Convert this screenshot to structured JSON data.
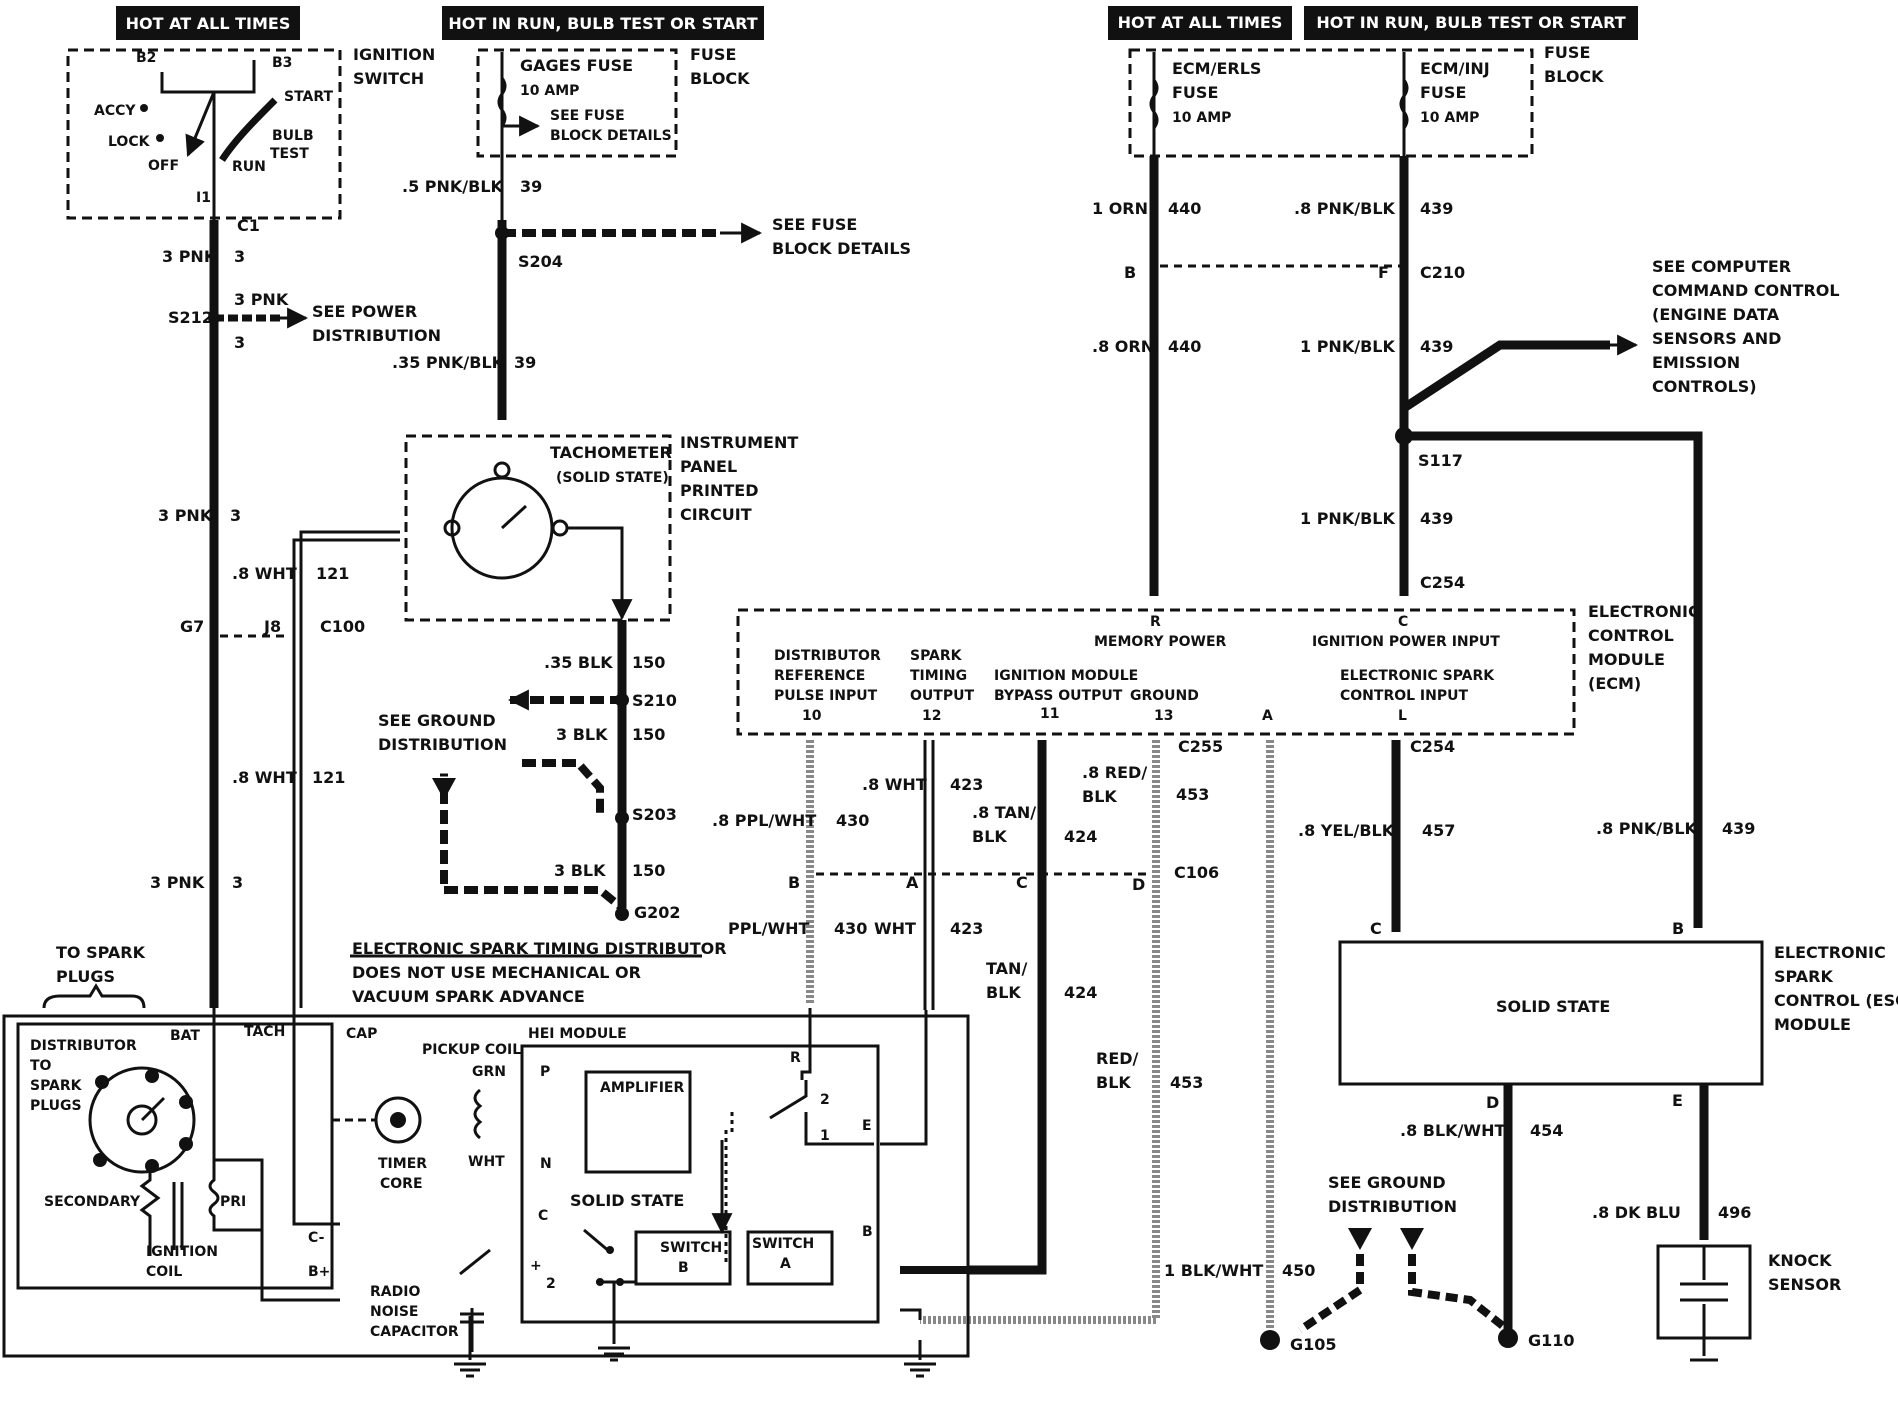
{
  "headers": {
    "left_hot_always": "HOT AT ALL TIMES",
    "left_hot_run": "HOT IN RUN, BULB TEST OR START",
    "right_hot_always": "HOT AT ALL TIMES",
    "right_hot_run": "HOT IN RUN, BULB TEST OR START"
  },
  "ignition_switch": {
    "title_1": "IGNITION",
    "title_2": "SWITCH",
    "b2": "B2",
    "b3": "B3",
    "accy": "ACCY",
    "lock": "LOCK",
    "off": "OFF",
    "run": "RUN",
    "start": "START",
    "bulb": "BULB",
    "test": "TEST",
    "i1": "I1"
  },
  "gages_fuse": {
    "name": "GAGES FUSE",
    "amp": "10 AMP",
    "see_1": "SEE FUSE",
    "see_2": "BLOCK DETAILS",
    "block_1": "FUSE",
    "block_2": "BLOCK"
  },
  "right_fuses": {
    "ecm_erls_1": "ECM/ERLS",
    "ecm_erls_2": "FUSE",
    "ecm_erls_amp": "10 AMP",
    "ecm_inj_1": "ECM/INJ",
    "ecm_inj_2": "FUSE",
    "ecm_inj_amp": "10 AMP",
    "block_1": "FUSE",
    "block_2": "BLOCK"
  },
  "left_circuit": {
    "c1": "C1",
    "pnk3_a": "3 PNK",
    "n3_a": "3",
    "s212": "S212",
    "pnk3_b": "3 PNK",
    "n3_b": "3",
    "see_power_1": "SEE POWER",
    "see_power_2": "DISTRIBUTION",
    "n3_c": "3",
    "pnk3_c": "3 PNK",
    "n3_d": "3",
    "wht8_a": ".8 WHT",
    "n121_a": "121",
    "g7": "G7",
    "j8": "J8",
    "c100": "C100",
    "wht8_b": ".8 WHT",
    "n121_b": "121",
    "pnk3_d": "3 PNK",
    "n3_e": "3"
  },
  "tach_circuit": {
    "pnkblk5": ".5 PNK/BLK",
    "n39_a": "39",
    "s204": "S204",
    "see_fuse_1": "SEE FUSE",
    "see_fuse_2": "BLOCK DETAILS",
    "pnkblk35": ".35 PNK/BLK",
    "n39_b": "39",
    "tach_1": "TACHOMETER",
    "tach_2": "(SOLID STATE)",
    "ipc_1": "INSTRUMENT",
    "ipc_2": "PANEL",
    "ipc_3": "PRINTED",
    "ipc_4": "CIRCUIT",
    "blk35": ".35 BLK",
    "n150_a": "150",
    "s210": "S210",
    "see_ground_1": "SEE GROUND",
    "see_ground_2": "DISTRIBUTION",
    "blk3_a": "3 BLK",
    "n150_b": "150",
    "s203": "S203",
    "blk3_b": "3 BLK",
    "n150_c": "150",
    "g202": "G202"
  },
  "ecm_feed": {
    "orn1": "1 ORN",
    "n440_a": "440",
    "pnkblk8_a": ".8 PNK/BLK",
    "n439_a": "439",
    "b": "B",
    "f": "F",
    "c210": "C210",
    "orn8": ".8 ORN",
    "n440_b": "440",
    "pnkblk1_a": "1 PNK/BLK",
    "n439_b": "439",
    "see_computer_1": "SEE COMPUTER",
    "see_computer_2": "COMMAND CONTROL",
    "see_computer_3": "(ENGINE DATA",
    "see_computer_4": "SENSORS AND",
    "see_computer_5": "EMISSION",
    "see_computer_6": "CONTROLS)",
    "s117": "S117",
    "pnkblk1_b": "1 PNK/BLK",
    "n439_c": "439",
    "c254": "C254"
  },
  "ecm": {
    "title_1": "ELECTRONIC",
    "title_2": "CONTROL",
    "title_3": "MODULE",
    "title_4": "(ECM)",
    "r": "R",
    "c": "C",
    "memory_power": "MEMORY POWER",
    "ign_power": "IGNITION POWER INPUT",
    "dist_ref_1": "DISTRIBUTOR",
    "dist_ref_2": "REFERENCE",
    "dist_ref_3": "PULSE INPUT",
    "spark_1": "SPARK",
    "spark_2": "TIMING",
    "spark_3": "OUTPUT",
    "bypass_1": "IGNITION MODULE",
    "bypass_2": "BYPASS OUTPUT",
    "ground": "GROUND",
    "esc_1": "ELECTRONIC SPARK",
    "esc_2": "CONTROL INPUT",
    "p10": "10",
    "p12": "12",
    "p11": "11",
    "p13": "13",
    "pa": "A",
    "pl": "L"
  },
  "ecm_out": {
    "c255": "C255",
    "c254": "C254",
    "wht8": ".8 WHT",
    "n423_a": "423",
    "redblk8_1": ".8 RED/",
    "redblk8_2": "BLK",
    "n453_a": "453",
    "ppl8": ".8 PPL/WHT",
    "n430_a": "430",
    "tan8_1": ".8 TAN/",
    "tan8_2": "BLK",
    "n424_a": "424",
    "yel8": ".8 YEL/BLK",
    "n457": "457",
    "pnkblk8": ".8 PNK/BLK",
    "n439": "439",
    "b": "B",
    "a": "A",
    "c": "C",
    "d": "D",
    "c106": "C106",
    "ppl": "PPL/WHT",
    "n430_b": "430",
    "wht": "WHT",
    "n423_b": "423",
    "tan_1": "TAN/",
    "tan_2": "BLK",
    "n424_b": "424",
    "red_1": "RED/",
    "red_2": "BLK",
    "n453_b": "453",
    "blkwht1": "1 BLK/WHT",
    "n450": "450",
    "g105": "G105"
  },
  "distributor": {
    "est_1": "ELECTRONIC SPARK TIMING DISTRIBUTOR",
    "est_2": "DOES NOT USE MECHANICAL OR",
    "est_3": "VACUUM SPARK ADVANCE",
    "to_spark_1": "TO SPARK",
    "to_spark_2": "PLUGS",
    "dist_1": "DISTRIBUTOR",
    "dist_2": "TO",
    "dist_3": "SPARK",
    "dist_4": "PLUGS",
    "bat": "BAT",
    "tach": "TACH",
    "cap": "CAP",
    "secondary": "SECONDARY",
    "pri": "PRI",
    "coil_1": "IGNITION",
    "coil_2": "COIL",
    "c_minus": "C-",
    "b_plus": "B+",
    "pickup": "PICKUP COIL",
    "grn": "GRN",
    "wht": "WHT",
    "timer_1": "TIMER",
    "timer_2": "CORE",
    "radio_1": "RADIO",
    "radio_2": "NOISE",
    "radio_3": "CAPACITOR",
    "hei": "HEI MODULE",
    "p": "P",
    "n": "N",
    "amplifier": "AMPLIFIER",
    "solid": "SOLID STATE",
    "r": "R",
    "n2_a": "2",
    "n1": "1",
    "e": "E",
    "c": "C",
    "plus": "+",
    "n2_b": "2",
    "switch_b_1": "SWITCH",
    "switch_b_2": "B",
    "switch_a_1": "SWITCH",
    "switch_a_2": "A",
    "b": "B"
  },
  "esc": {
    "c": "C",
    "b": "B",
    "title_1": "ELECTRONIC",
    "title_2": "SPARK",
    "title_3": "CONTROL (ESC)",
    "title_4": "MODULE",
    "solid": "SOLID STATE",
    "d": "D",
    "e": "E",
    "blkwht8": ".8 BLK/WHT",
    "n454": "454",
    "see_ground_1": "SEE GROUND",
    "see_ground_2": "DISTRIBUTION",
    "dkblu8": ".8 DK BLU",
    "n496": "496",
    "knock_1": "KNOCK",
    "knock_2": "SENSOR",
    "g110": "G110"
  }
}
